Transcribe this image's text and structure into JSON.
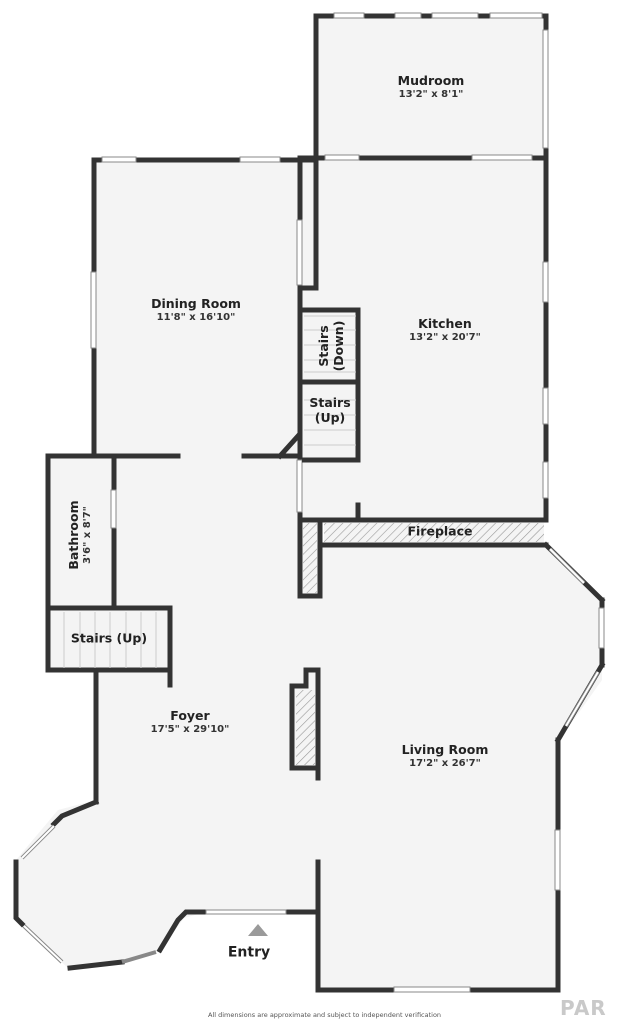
{
  "floorplan": {
    "rooms": [
      {
        "id": "mudroom",
        "name": "Mudroom",
        "dimensions": "13'2\" x 8'1\""
      },
      {
        "id": "dining",
        "name": "Dining Room",
        "dimensions": "11'8\" x 16'10\""
      },
      {
        "id": "kitchen",
        "name": "Kitchen",
        "dimensions": "13'2\" x 20'7\""
      },
      {
        "id": "bathroom",
        "name": "Bathroom",
        "dimensions": "3'6\" x 8'7\""
      },
      {
        "id": "foyer",
        "name": "Foyer",
        "dimensions": "17'5\" x 29'10\""
      },
      {
        "id": "living",
        "name": "Living Room",
        "dimensions": "17'2\" x 26'7\""
      }
    ],
    "features": {
      "stairs_down": "Stairs (Down)",
      "stairs_down_line1": "Stairs",
      "stairs_down_line2": "(Down)",
      "stairs_up_kitchen_line1": "Stairs",
      "stairs_up_kitchen_line2": "(Up)",
      "stairs_up_foyer": "Stairs (Up)",
      "fireplace": "Fireplace",
      "entry": "Entry"
    },
    "disclaimer": "All dimensions are approximate and subject to independent verification",
    "logo": "PAR",
    "colors": {
      "wall": "#333333",
      "floor": "#f4f4f4",
      "hatch": "#999999",
      "entry_marker": "#9a9a9a"
    }
  }
}
